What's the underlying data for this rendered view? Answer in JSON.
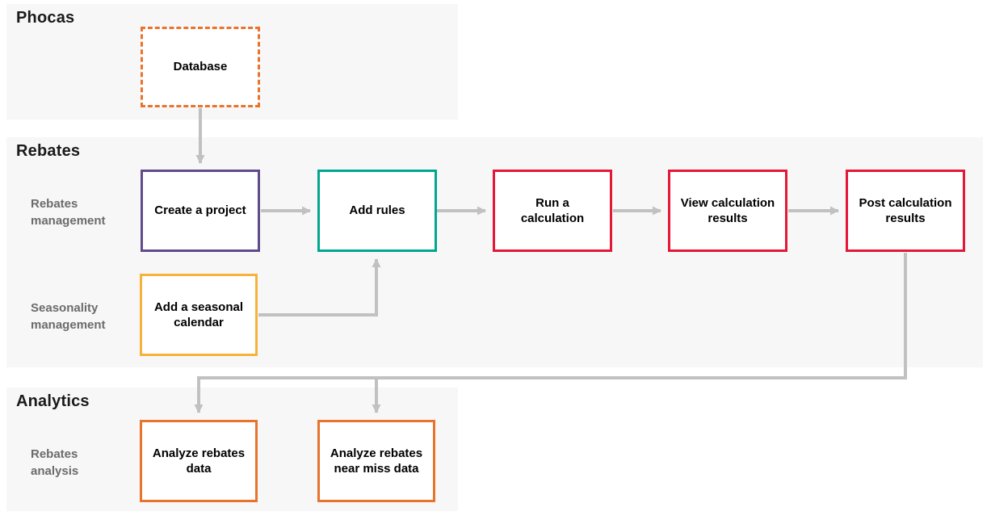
{
  "colors": {
    "band_bg": "#f7f7f7",
    "heading": "#1a1a1a",
    "lane_label": "#6b6b6b",
    "connector": "#c1c1c1",
    "purple": "#5f4b8b",
    "teal": "#00a78e",
    "red": "#e31837",
    "amber": "#f5b33c",
    "orange": "#e8732c"
  },
  "sections": {
    "phocas": {
      "title": "Phocas"
    },
    "rebates": {
      "title": "Rebates",
      "lanes": {
        "management": "Rebates management",
        "seasonality": "Seasonality management"
      }
    },
    "analytics": {
      "title": "Analytics",
      "lanes": {
        "analysis": "Rebates analysis"
      }
    }
  },
  "nodes": {
    "database": {
      "label": "Database",
      "accent": "orange",
      "style": "dashed"
    },
    "create_project": {
      "label": "Create a project",
      "accent": "purple"
    },
    "add_rules": {
      "label": "Add rules",
      "accent": "teal"
    },
    "run_calculation": {
      "label": "Run a calculation",
      "accent": "red"
    },
    "view_results": {
      "label": "View calculation results",
      "accent": "red"
    },
    "post_results": {
      "label": "Post calculation results",
      "accent": "red"
    },
    "seasonal_calendar": {
      "label": "Add a seasonal calendar",
      "accent": "amber"
    },
    "analyze_rebates": {
      "label": "Analyze rebates data",
      "accent": "orange"
    },
    "analyze_near_miss": {
      "label": "Analyze rebates near miss data",
      "accent": "orange"
    }
  }
}
